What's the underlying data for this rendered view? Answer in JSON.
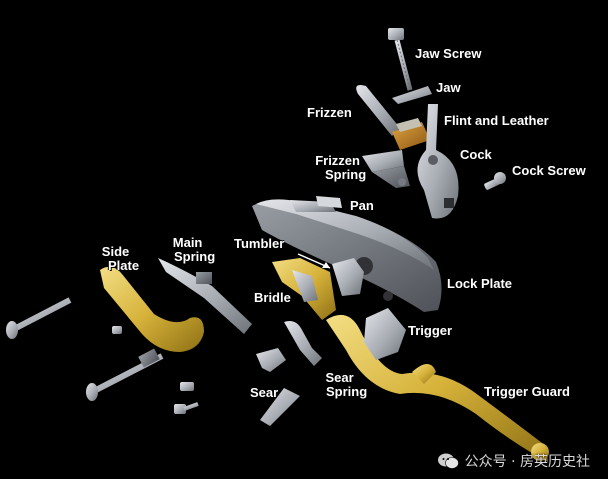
{
  "labels": {
    "jaw_screw": "Jaw Screw",
    "jaw": "Jaw",
    "frizzen": "Frizzen",
    "flint_and_leather": "Flint and Leather",
    "cock": "Cock",
    "frizzen_spring_1": "Frizzen",
    "frizzen_spring_2": "Spring",
    "cock_screw": "Cock Screw",
    "pan": "Pan",
    "tumbler": "Tumbler",
    "side_plate_1": "Side",
    "side_plate_2": "Plate",
    "main_spring_1": "Main",
    "main_spring_2": "Spring",
    "lock_plate": "Lock Plate",
    "bridle": "Bridle",
    "trigger": "Trigger",
    "sear": "Sear",
    "sear_spring_1": "Sear",
    "sear_spring_2": "Spring",
    "trigger_guard": "Trigger Guard"
  },
  "watermark": "公众号 · 房英历史社",
  "colors": {
    "background": "#000000",
    "label": "#ffffff",
    "steel": "#b9bcc2",
    "brass": "#d8b640",
    "leather": "#c98a2a"
  }
}
